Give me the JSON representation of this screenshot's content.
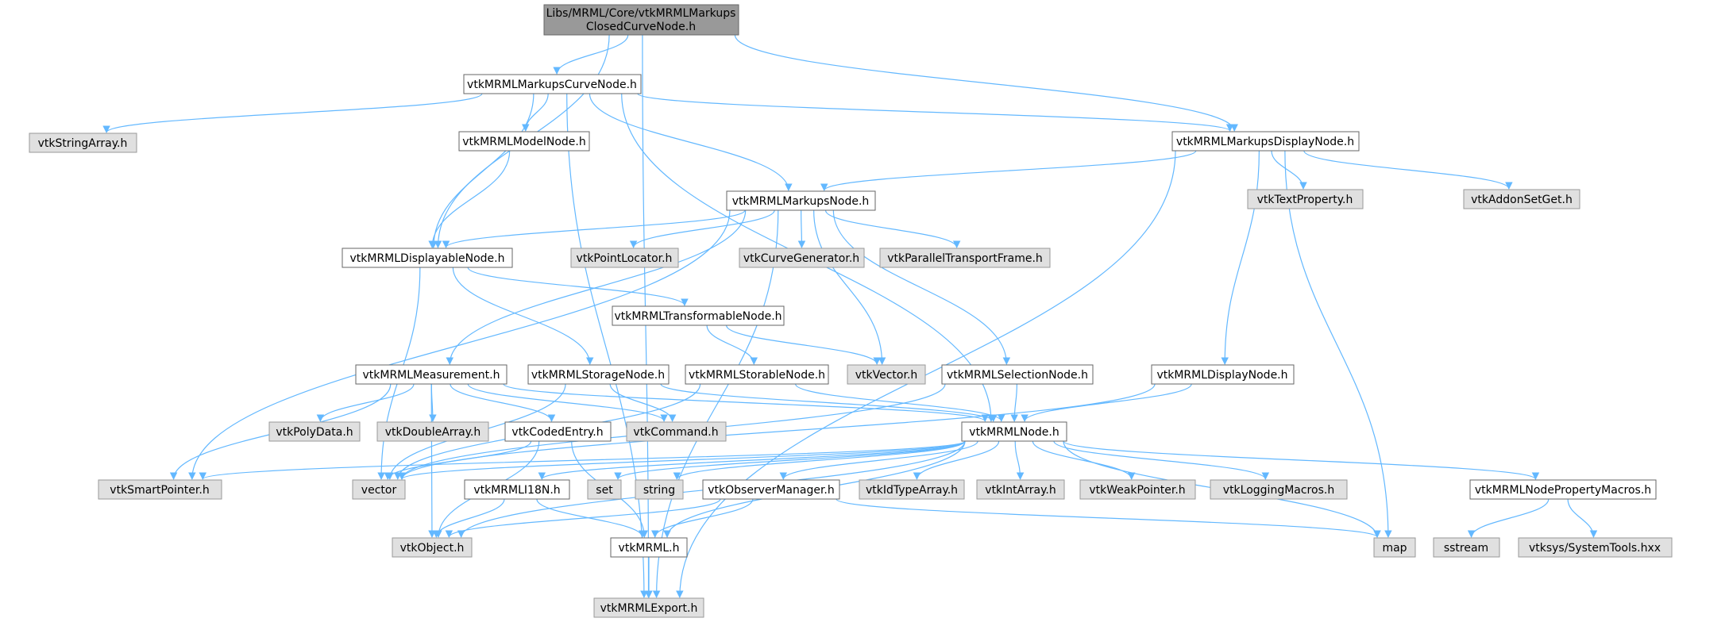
{
  "root": {
    "line1": "Libs/MRML/Core/vtkMRMLMarkups",
    "line2": "ClosedCurveNode.h"
  },
  "colors": {
    "root_fill": "#999999",
    "doc_fill": "#ffffff",
    "external_fill": "#e0e0e0",
    "border_doc": "#666666",
    "border_external": "#999999",
    "edge": "#63b8ff"
  },
  "nodes": {
    "curve": "vtkMRMLMarkupsCurveNode.h",
    "stringarray": "vtkStringArray.h",
    "modelnode": "vtkMRMLModelNode.h",
    "displaynode_markups": "vtkMRMLMarkupsDisplayNode.h",
    "markupsnode": "vtkMRMLMarkupsNode.h",
    "textprop": "vtkTextProperty.h",
    "addon": "vtkAddonSetGet.h",
    "displayable": "vtkMRMLDisplayableNode.h",
    "pointlocator": "vtkPointLocator.h",
    "curvegen": "vtkCurveGenerator.h",
    "ptf": "vtkParallelTransportFrame.h",
    "transformable": "vtkMRMLTransformableNode.h",
    "measurement": "vtkMRMLMeasurement.h",
    "storage": "vtkMRMLStorageNode.h",
    "storable": "vtkMRMLStorableNode.h",
    "vector_h": "vtkVector.h",
    "selection": "vtkMRMLSelectionNode.h",
    "displaynode": "vtkMRMLDisplayNode.h",
    "polydata": "vtkPolyData.h",
    "doublearray": "vtkDoubleArray.h",
    "codedentry": "vtkCodedEntry.h",
    "command": "vtkCommand.h",
    "mrmlnode": "vtkMRMLNode.h",
    "smartptr": "vtkSmartPointer.h",
    "vector": "vector",
    "i18n": "vtkMRMLI18N.h",
    "set": "set",
    "string": "string",
    "obsmgr": "vtkObserverManager.h",
    "idtype": "vtkIdTypeArray.h",
    "intarray": "vtkIntArray.h",
    "weakptr": "vtkWeakPointer.h",
    "logging": "vtkLoggingMacros.h",
    "propmacros": "vtkMRMLNodePropertyMacros.h",
    "object": "vtkObject.h",
    "mrml": "vtkMRML.h",
    "map": "map",
    "sstream": "sstream",
    "systools": "vtksys/SystemTools.hxx",
    "export": "vtkMRMLExport.h"
  }
}
